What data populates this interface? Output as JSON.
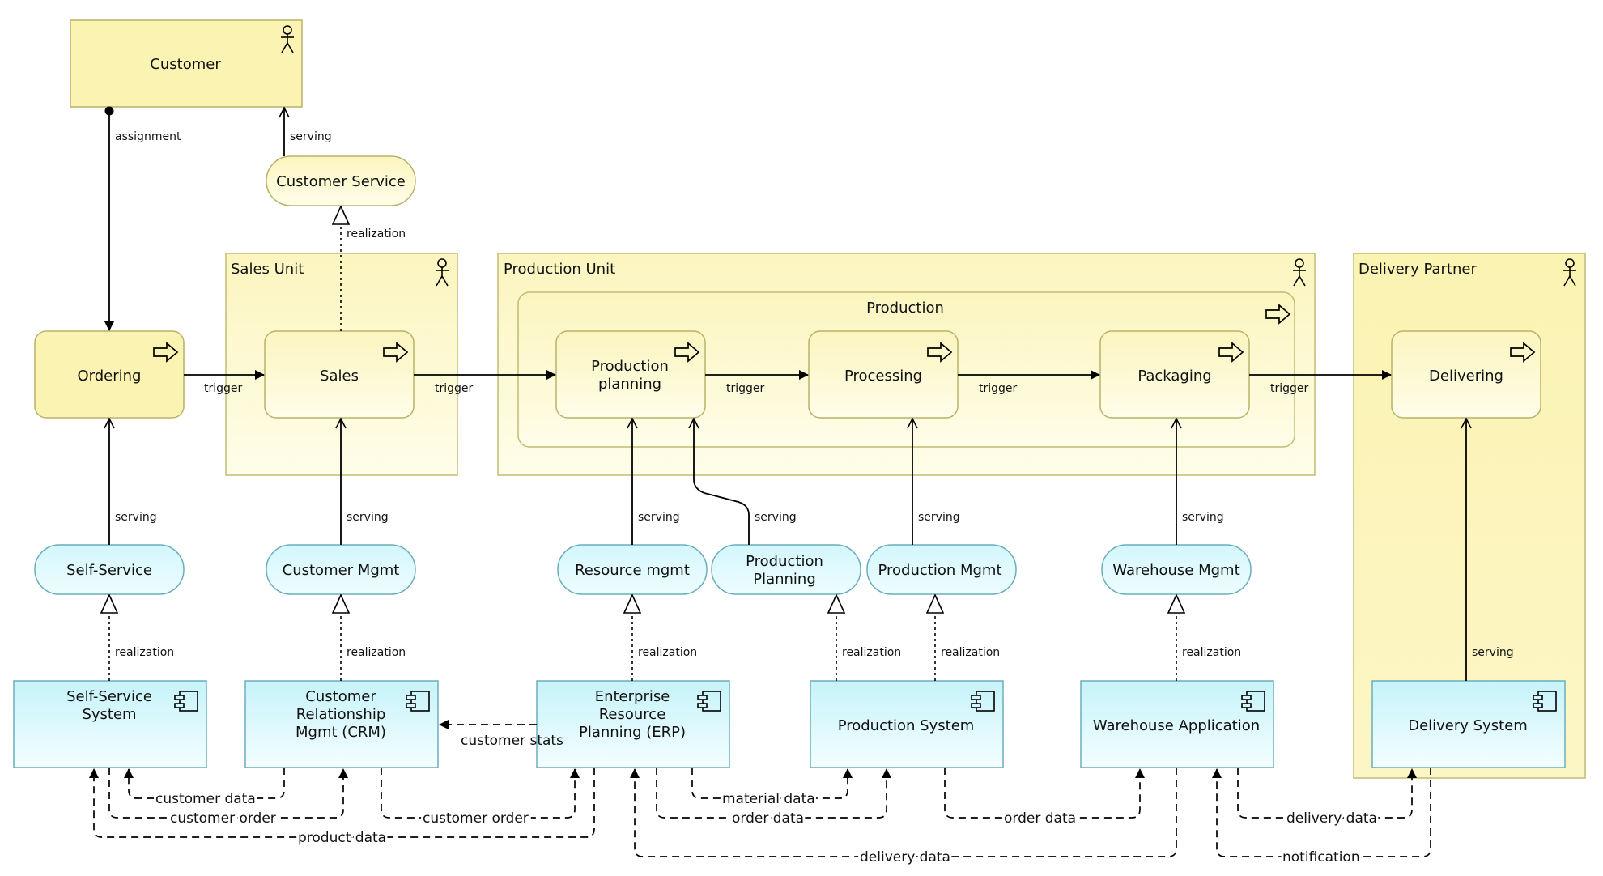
{
  "colors": {
    "business_fill_top": "#fdf7c4",
    "business_fill_bottom": "#fefde6",
    "business_stroke": "#b9b26a",
    "app_fill_top": "#c9f5fb",
    "app_fill_bottom": "#f3feff",
    "app_stroke": "#6aaebb",
    "line": "#000000"
  },
  "actor": {
    "customer": "Customer"
  },
  "groups": {
    "sales_unit": "Sales Unit",
    "production_unit": "Production Unit",
    "production": "Production",
    "delivery_partner": "Delivery Partner"
  },
  "business_services": {
    "customer_service": "Customer Service"
  },
  "processes": {
    "ordering": "Ordering",
    "sales": "Sales",
    "production_planning": [
      "Production",
      "planning"
    ],
    "processing": "Processing",
    "packaging": "Packaging",
    "delivering": "Delivering"
  },
  "app_services": {
    "self_service": "Self-Service",
    "customer_mgmt": "Customer Mgmt",
    "resource_mgmt": "Resource mgmt",
    "production_planning": [
      "Production",
      "Planning"
    ],
    "production_mgmt": "Production Mgmt",
    "warehouse_mgmt": "Warehouse Mgmt"
  },
  "components": {
    "self_service_system": [
      "Self-Service",
      "System"
    ],
    "crm": [
      "Customer",
      "Relationship",
      "Mgmt (CRM)"
    ],
    "erp": [
      "Enterprise",
      "Resource",
      "Planning (ERP)"
    ],
    "production_system": "Production System",
    "warehouse_application": "Warehouse Application",
    "delivery_system": "Delivery System"
  },
  "relations": {
    "assignment": "assignment",
    "serving": "serving",
    "realization": "realization",
    "trigger": "trigger"
  },
  "flows": {
    "customer_stats": "customer stats",
    "customer_data": "customer data",
    "customer_order": "customer order",
    "product_data": "product data",
    "material_data": "material data",
    "order_data": "order data",
    "delivery_data": "delivery data",
    "notification": "notification"
  }
}
